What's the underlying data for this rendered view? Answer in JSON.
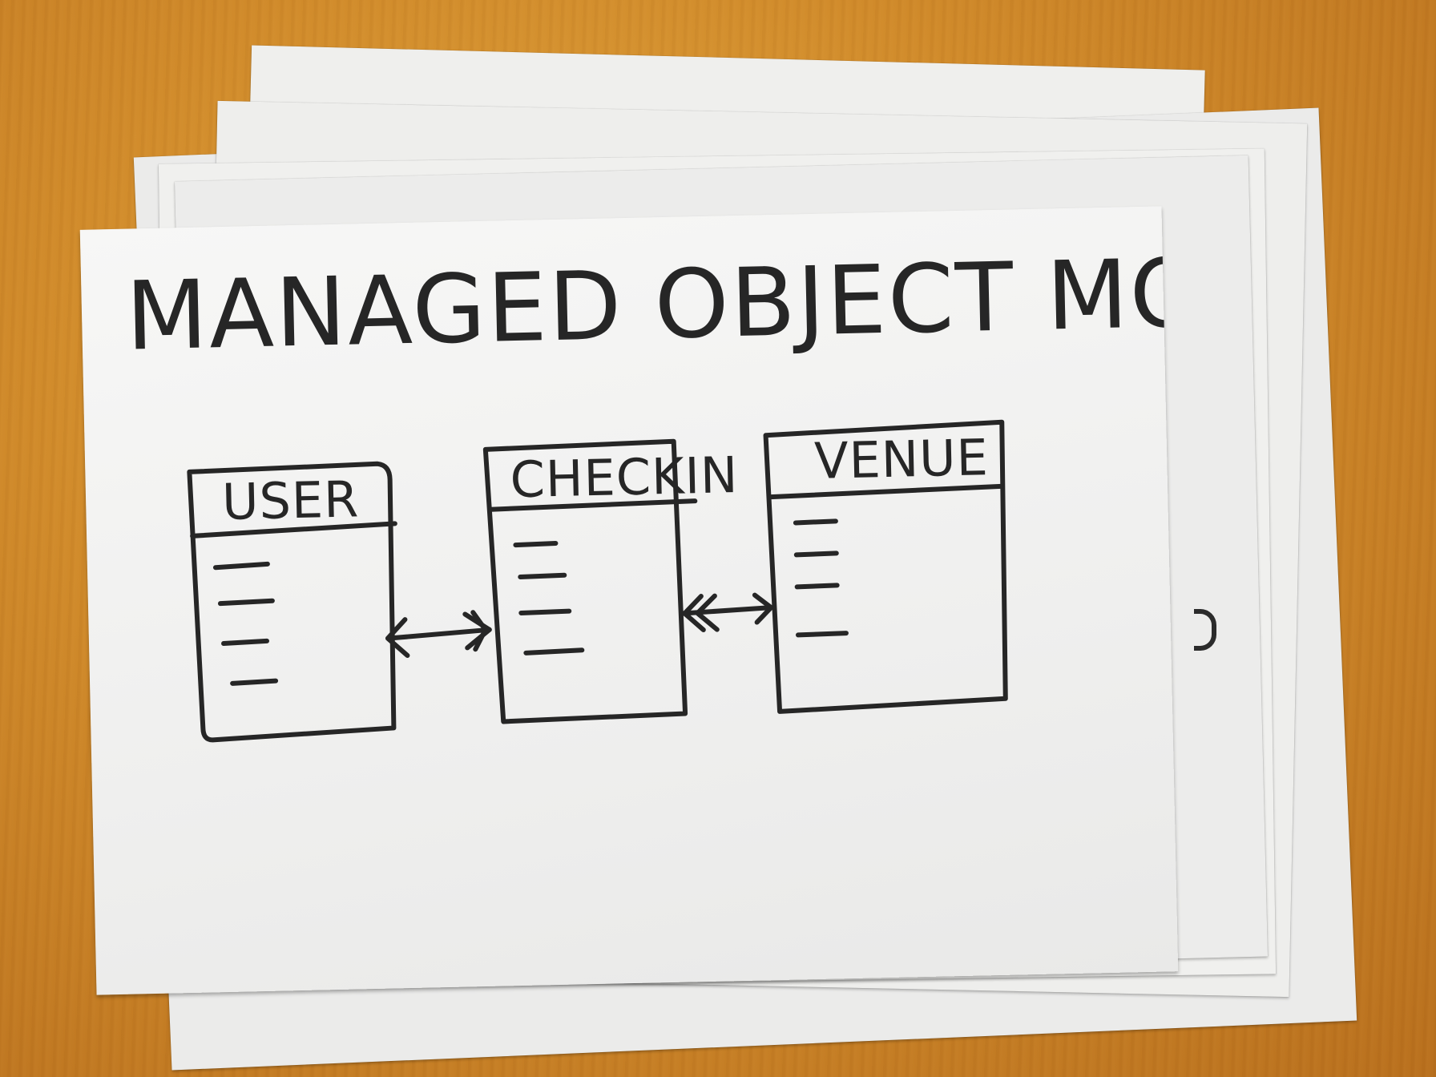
{
  "diagram": {
    "title": "MANAGED OBJECT MODEL",
    "entities": [
      {
        "name": "USER",
        "attribute_lines": 4
      },
      {
        "name": "CHECKIN",
        "attribute_lines": 4
      },
      {
        "name": "VENUE",
        "attribute_lines": 4
      }
    ],
    "relationships": [
      {
        "from": "USER",
        "to": "CHECKIN",
        "from_end": "to-one",
        "to_end": "to-many"
      },
      {
        "from": "CHECKIN",
        "to": "VENUE",
        "from_end": "to-many",
        "to_end": "to-one"
      }
    ]
  },
  "colors": {
    "ink": "#262626",
    "card": "#f2f2f0",
    "desk": "#d08a2a"
  }
}
